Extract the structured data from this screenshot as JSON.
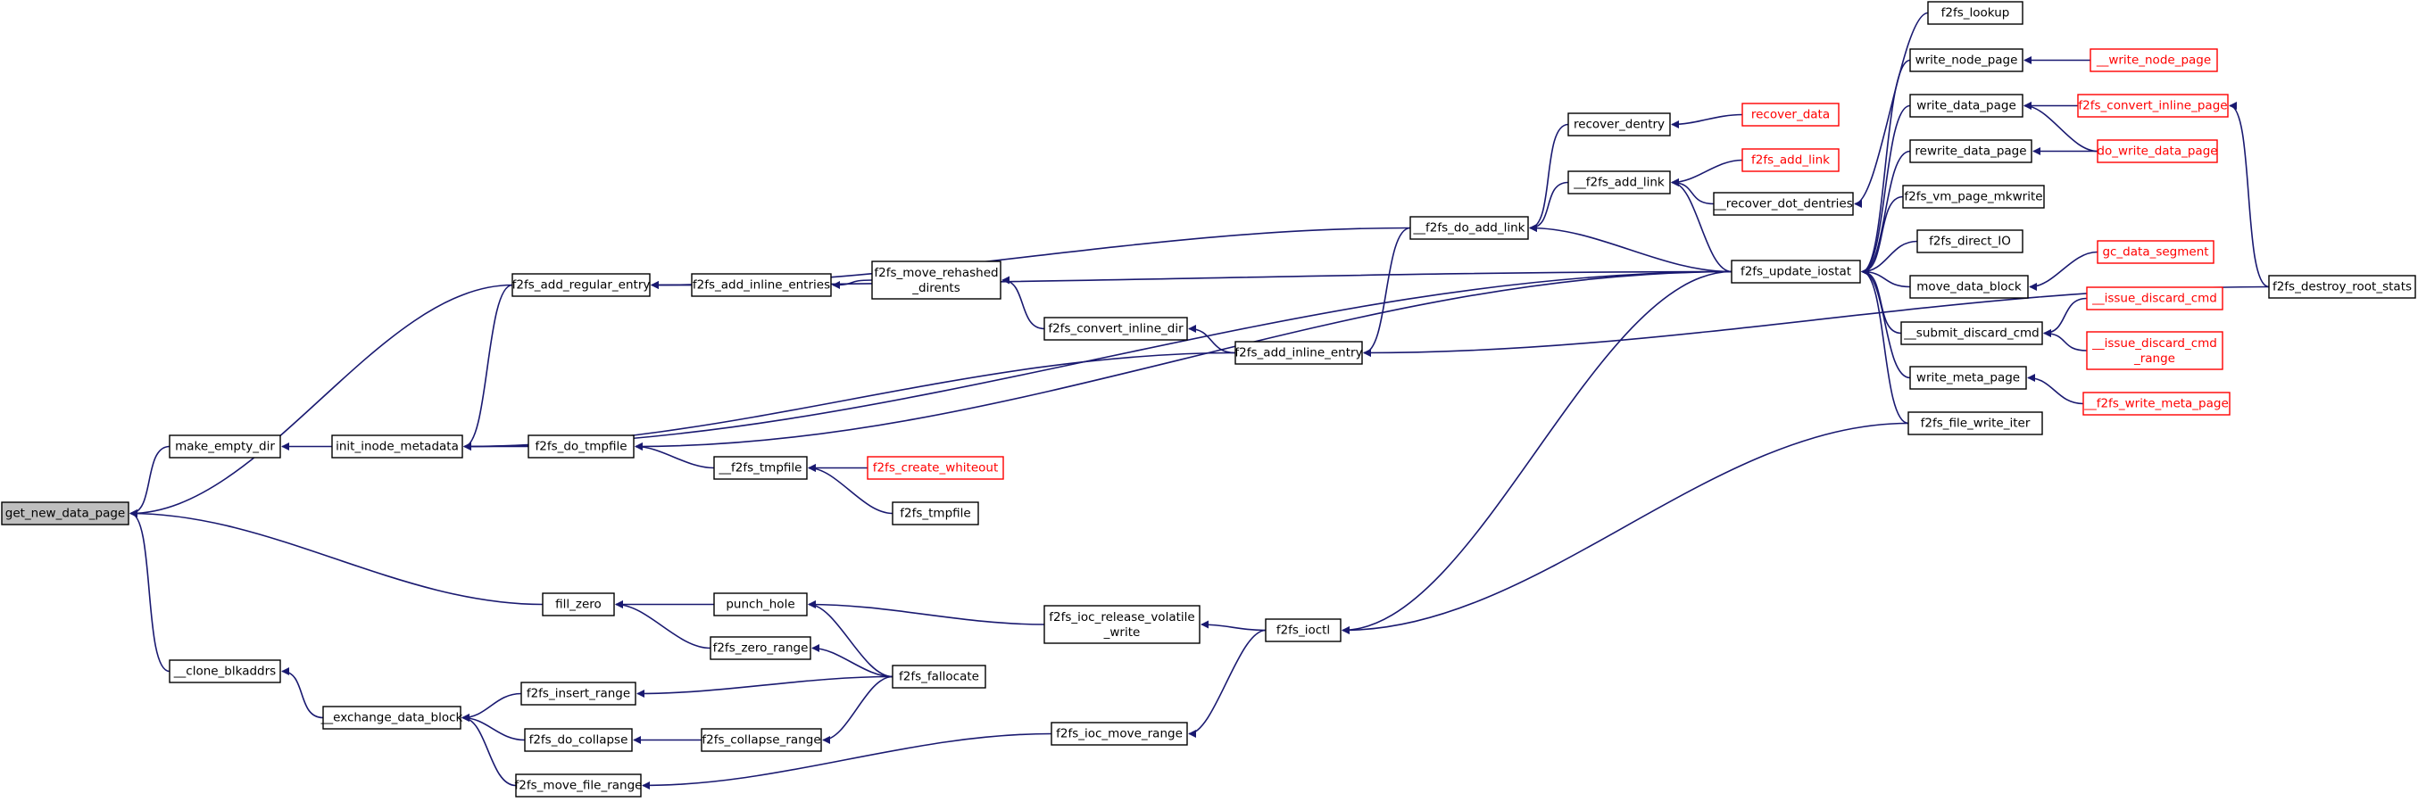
{
  "graph_title": "",
  "colors": {
    "edge": "#191970",
    "node_border": "#000000",
    "truncated_border": "#ff0000",
    "root_fill": "#bfbfbf"
  },
  "nodes": {
    "get_new_data_page": "get_new_data_page",
    "make_empty_dir": "make_empty_dir",
    "clone_blkaddrs": "__clone_blkaddrs",
    "init_inode_metadata": "init_inode_metadata",
    "f2fs_add_regular_entry": "f2fs_add_regular_entry",
    "f2fs_add_inline_entries": "f2fs_add_inline_entries",
    "f2fs_move_rehashed_dirents": [
      "f2fs_move_rehashed",
      "_dirents"
    ],
    "f2fs_convert_inline_dir": "f2fs_convert_inline_dir",
    "f2fs_add_inline_entry": "f2fs_add_inline_entry",
    "f2fs_do_add_link": "__f2fs_do_add_link",
    "recover_dentry": "recover_dentry",
    "recover_data": "recover_data",
    "f2fs_add_link_inner": "__f2fs_add_link",
    "f2fs_add_link": "f2fs_add_link",
    "recover_dot_dentries": "__recover_dot_dentries",
    "f2fs_update_iostat": "f2fs_update_iostat",
    "f2fs_lookup": "f2fs_lookup",
    "write_node_page": "write_node_page",
    "write_node_page_outer": "__write_node_page",
    "write_data_page": "write_data_page",
    "f2fs_convert_inline_page": "f2fs_convert_inline_page",
    "rewrite_data_page": "rewrite_data_page",
    "do_write_data_page": "do_write_data_page",
    "f2fs_vm_page_mkwrite": "f2fs_vm_page_mkwrite",
    "f2fs_direct_IO": "f2fs_direct_IO",
    "move_data_block": "move_data_block",
    "gc_data_segment": "gc_data_segment",
    "submit_discard_cmd": "__submit_discard_cmd",
    "issue_discard_cmd": "__issue_discard_cmd",
    "issue_discard_cmd_range": [
      "__issue_discard_cmd",
      "_range"
    ],
    "write_meta_page": "write_meta_page",
    "f2fs_write_meta_page": "__f2fs_write_meta_page",
    "f2fs_file_write_iter": "f2fs_file_write_iter",
    "f2fs_destroy_root_stats": "f2fs_destroy_root_stats",
    "f2fs_do_tmpfile": "f2fs_do_tmpfile",
    "f2fs_tmpfile_inner": "__f2fs_tmpfile",
    "f2fs_create_whiteout": "f2fs_create_whiteout",
    "f2fs_tmpfile": "f2fs_tmpfile",
    "fill_zero": "fill_zero",
    "punch_hole": "punch_hole",
    "f2fs_zero_range": "f2fs_zero_range",
    "f2fs_fallocate": "f2fs_fallocate",
    "f2fs_ioc_release_volatile_write": [
      "f2fs_ioc_release_volatile",
      "_write"
    ],
    "f2fs_ioctl": "f2fs_ioctl",
    "exchange_data_block": "__exchange_data_block",
    "f2fs_insert_range": "f2fs_insert_range",
    "f2fs_do_collapse": "f2fs_do_collapse",
    "f2fs_collapse_range": "f2fs_collapse_range",
    "f2fs_move_file_range": "f2fs_move_file_range",
    "f2fs_ioc_move_range": "f2fs_ioc_move_range"
  },
  "edges": [
    [
      "get_new_data_page",
      "f2fs_add_regular_entry"
    ],
    [
      "get_new_data_page",
      "make_empty_dir"
    ],
    [
      "get_new_data_page",
      "fill_zero"
    ],
    [
      "get_new_data_page",
      "clone_blkaddrs"
    ],
    [
      "make_empty_dir",
      "init_inode_metadata"
    ],
    [
      "init_inode_metadata",
      "f2fs_add_regular_entry"
    ],
    [
      "init_inode_metadata",
      "f2fs_add_inline_entry"
    ],
    [
      "init_inode_metadata",
      "f2fs_do_tmpfile"
    ],
    [
      "init_inode_metadata",
      "f2fs_update_iostat"
    ],
    [
      "f2fs_add_regular_entry",
      "f2fs_do_add_link"
    ],
    [
      "f2fs_add_regular_entry",
      "f2fs_update_iostat"
    ],
    [
      "f2fs_add_regular_entry",
      "f2fs_add_inline_entries"
    ],
    [
      "f2fs_add_inline_entries",
      "f2fs_move_rehashed_dirents"
    ],
    [
      "f2fs_move_rehashed_dirents",
      "f2fs_convert_inline_dir"
    ],
    [
      "f2fs_convert_inline_dir",
      "f2fs_add_inline_entry"
    ],
    [
      "f2fs_add_inline_entry",
      "f2fs_do_add_link"
    ],
    [
      "f2fs_add_inline_entry",
      "f2fs_destroy_root_stats"
    ],
    [
      "f2fs_do_add_link",
      "recover_dentry"
    ],
    [
      "f2fs_do_add_link",
      "f2fs_add_link_inner"
    ],
    [
      "f2fs_do_add_link",
      "f2fs_update_iostat"
    ],
    [
      "recover_dentry",
      "recover_data"
    ],
    [
      "f2fs_add_link_inner",
      "f2fs_add_link"
    ],
    [
      "f2fs_add_link_inner",
      "recover_dot_dentries"
    ],
    [
      "f2fs_add_link_inner",
      "f2fs_update_iostat"
    ],
    [
      "recover_dot_dentries",
      "f2fs_lookup"
    ],
    [
      "f2fs_update_iostat",
      "write_node_page"
    ],
    [
      "f2fs_update_iostat",
      "write_data_page"
    ],
    [
      "f2fs_update_iostat",
      "rewrite_data_page"
    ],
    [
      "f2fs_update_iostat",
      "f2fs_vm_page_mkwrite"
    ],
    [
      "f2fs_update_iostat",
      "f2fs_direct_IO"
    ],
    [
      "f2fs_update_iostat",
      "move_data_block"
    ],
    [
      "f2fs_update_iostat",
      "submit_discard_cmd"
    ],
    [
      "f2fs_update_iostat",
      "write_meta_page"
    ],
    [
      "f2fs_update_iostat",
      "f2fs_file_write_iter"
    ],
    [
      "write_node_page",
      "write_node_page_outer"
    ],
    [
      "write_data_page",
      "f2fs_convert_inline_page"
    ],
    [
      "write_data_page",
      "do_write_data_page"
    ],
    [
      "rewrite_data_page",
      "do_write_data_page"
    ],
    [
      "f2fs_convert_inline_page",
      "f2fs_destroy_root_stats"
    ],
    [
      "move_data_block",
      "gc_data_segment"
    ],
    [
      "submit_discard_cmd",
      "issue_discard_cmd"
    ],
    [
      "submit_discard_cmd",
      "issue_discard_cmd_range"
    ],
    [
      "write_meta_page",
      "f2fs_write_meta_page"
    ],
    [
      "f2fs_do_tmpfile",
      "f2fs_update_iostat"
    ],
    [
      "f2fs_do_tmpfile",
      "f2fs_tmpfile_inner"
    ],
    [
      "f2fs_tmpfile_inner",
      "f2fs_create_whiteout"
    ],
    [
      "f2fs_tmpfile_inner",
      "f2fs_tmpfile"
    ],
    [
      "fill_zero",
      "punch_hole"
    ],
    [
      "fill_zero",
      "f2fs_zero_range"
    ],
    [
      "punch_hole",
      "f2fs_ioc_release_volatile_write"
    ],
    [
      "punch_hole",
      "f2fs_fallocate"
    ],
    [
      "f2fs_zero_range",
      "f2fs_fallocate"
    ],
    [
      "f2fs_ioc_release_volatile_write",
      "f2fs_ioctl"
    ],
    [
      "f2fs_ioctl",
      "f2fs_update_iostat"
    ],
    [
      "f2fs_ioctl",
      "f2fs_file_write_iter"
    ],
    [
      "clone_blkaddrs",
      "exchange_data_block"
    ],
    [
      "exchange_data_block",
      "f2fs_insert_range"
    ],
    [
      "exchange_data_block",
      "f2fs_do_collapse"
    ],
    [
      "exchange_data_block",
      "f2fs_move_file_range"
    ],
    [
      "f2fs_insert_range",
      "f2fs_fallocate"
    ],
    [
      "f2fs_do_collapse",
      "f2fs_collapse_range"
    ],
    [
      "f2fs_collapse_range",
      "f2fs_fallocate"
    ],
    [
      "f2fs_move_file_range",
      "f2fs_ioc_move_range"
    ],
    [
      "f2fs_ioc_move_range",
      "f2fs_ioctl"
    ]
  ],
  "truncated_nodes": [
    "recover_data",
    "f2fs_add_link",
    "write_node_page_outer",
    "f2fs_convert_inline_page",
    "do_write_data_page",
    "gc_data_segment",
    "issue_discard_cmd",
    "issue_discard_cmd_range",
    "f2fs_write_meta_page",
    "f2fs_create_whiteout"
  ],
  "root_node": "get_new_data_page"
}
